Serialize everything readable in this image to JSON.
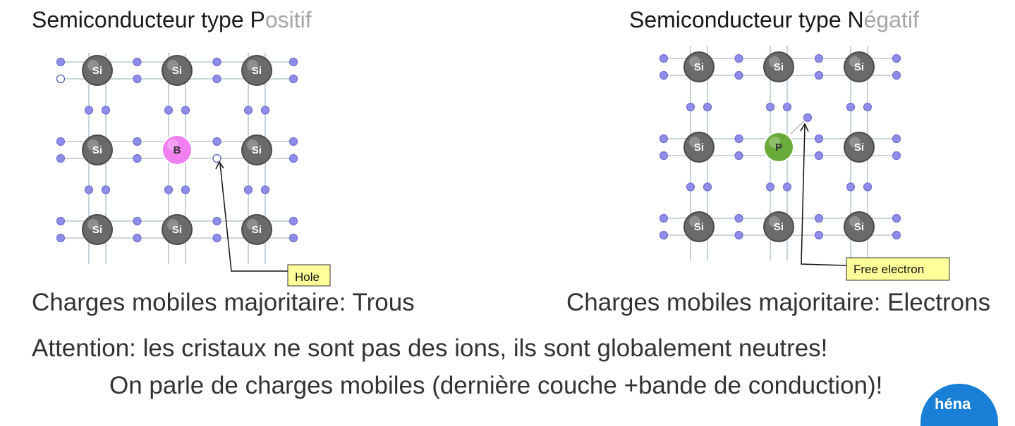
{
  "left": {
    "title_dark": "Semiconducteur type P",
    "title_light": "ositif",
    "dopant": "B",
    "host": "Si",
    "callout": "Hole",
    "caption": "Charges mobiles majoritaire: Trous"
  },
  "right": {
    "title_dark": "Semiconducteur type N",
    "title_light": "égatif",
    "dopant": "P",
    "host": "Si",
    "callout": "Free electron",
    "caption": "Charges mobiles majoritaire: Electrons"
  },
  "note1": "Attention: les cristaux ne sont pas des ions, ils sont globalement neutres!",
  "note2": "On parle de charges mobiles (dernière couche +bande de conduction)!",
  "logo_text": "héna",
  "colors": {
    "bond_line": "#b8c8d4",
    "electron": "#8e8ee8",
    "si_atom": "#6a6a6a",
    "boron": "#f07ff0",
    "phosphorus": "#6aaa3a",
    "callout_bg": "#ffff99",
    "title_light": "#a6a6a6"
  }
}
